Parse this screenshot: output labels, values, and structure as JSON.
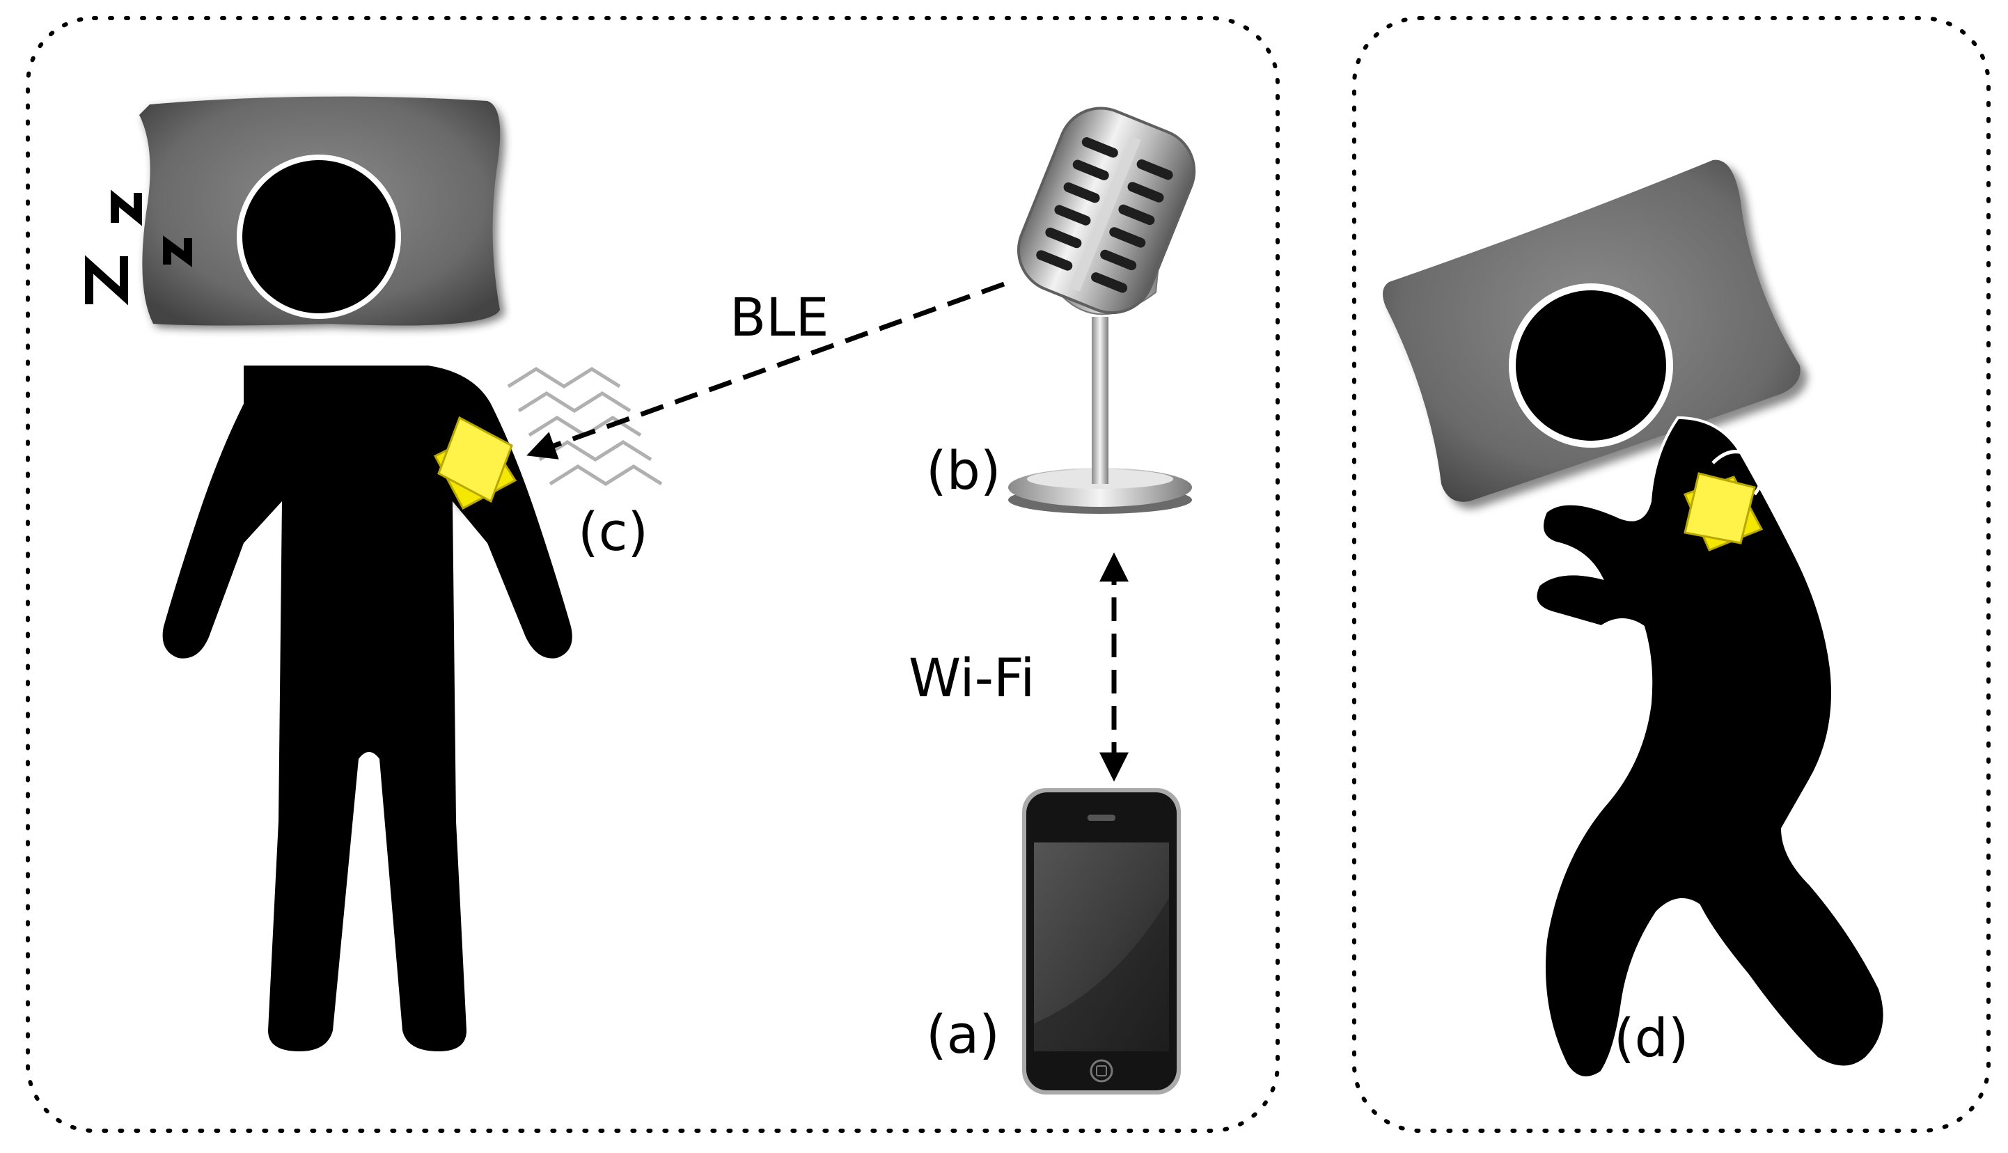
{
  "labels": {
    "ble": "BLE",
    "wifi": "Wi-Fi",
    "phone": "(a)",
    "microphone": "(b)",
    "sensor": "(c)",
    "side_sleeper": "(d)"
  },
  "colors": {
    "figure": "#000000",
    "pillow": "#6b6b6b",
    "sensor": "#f5e800",
    "panel_border": "#000000"
  },
  "icons": {
    "snore": "snore-zigzag-icon",
    "vibration": "vibration-waves-icon",
    "microphone": "vintage-microphone-icon",
    "phone": "smartphone-icon"
  }
}
